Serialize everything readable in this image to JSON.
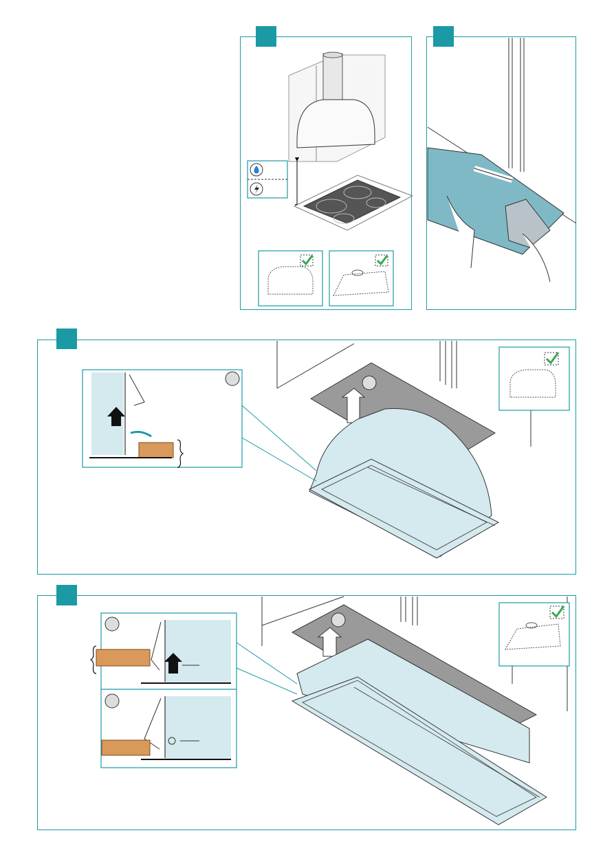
{
  "page": {
    "title": ""
  },
  "steps": [
    {
      "id": 1,
      "label": ""
    },
    {
      "id": 2,
      "label": ""
    },
    {
      "id": 3,
      "label": ""
    },
    {
      "id": 4,
      "label": ""
    }
  ],
  "icons": {
    "gas": "gas-flame-icon",
    "electric": "electric-bolt-icon",
    "check": "checkmark-icon"
  },
  "colors": {
    "accent": "#1b9aa6",
    "check": "#3aa655",
    "panel_fill": "#d5eaee",
    "wood": "#d9995a",
    "filter": "#7fb9c6",
    "hob": "#555555"
  }
}
